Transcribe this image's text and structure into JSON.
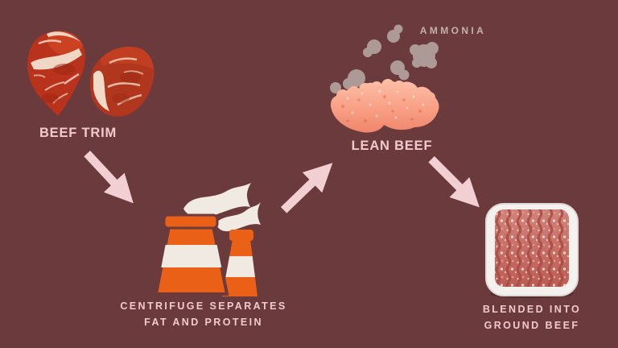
{
  "diagram": {
    "title_semantics": "beef-processing-flow",
    "background_color": "#6A3A3D",
    "arrow_color": "#F2CFD3",
    "label_color": "#F1CACD",
    "ammonia_label_color": "#C2B2AB",
    "centrifuge_orange": "#E96016",
    "steam_cream": "#F0EAE2",
    "smoke_gray": "#B3A39E",
    "lean_beef_pink": "#F79C82",
    "icons": {
      "beef_trim": "raw-beef-pieces",
      "centrifuge": "cooling-towers-with-steam",
      "ammonia": "smoke-puffs",
      "lean_beef": "pink-foam-blob",
      "ground_beef": "meat-in-white-tray",
      "connector": "pink-arrow"
    }
  },
  "labels": {
    "beef_trim": "BEEF TRIM",
    "ammonia": "AMMONIA",
    "lean_beef": "LEAN BEEF",
    "centrifuge_line1": "CENTRIFUGE SEPARATES",
    "centrifuge_line2": "FAT AND PROTEIN",
    "ground_beef_line1": "BLENDED INTO",
    "ground_beef_line2": "GROUND BEEF"
  }
}
